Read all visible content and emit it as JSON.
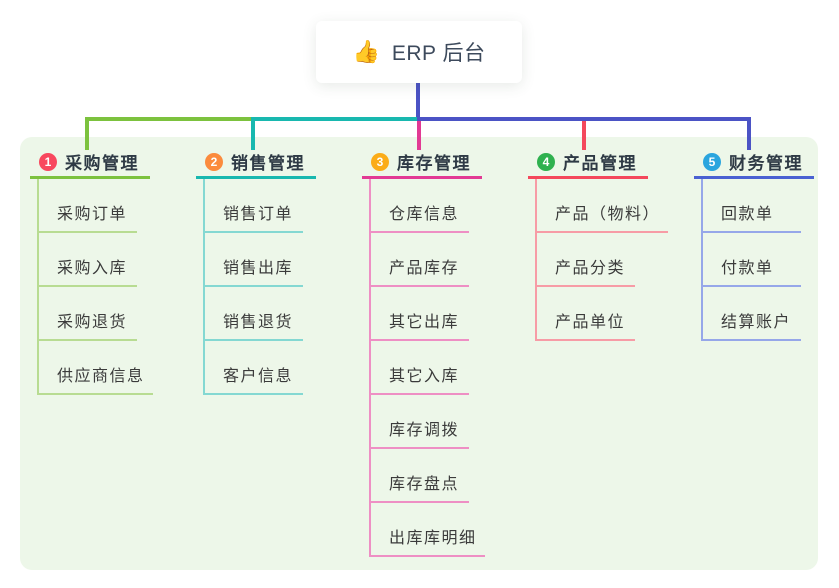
{
  "root": {
    "emoji": "👍",
    "icon": "thumbs-up-icon",
    "label": "ERP 后台"
  },
  "connectors": {
    "root_drop_color": "#4b53c5",
    "bus_segment_colors": [
      "#7cc23e",
      "#18b8af",
      "#4b53c5"
    ],
    "drop_colors": [
      "#7cc23e",
      "#18b8af",
      "#e23a94",
      "#f4485c",
      "#4b53c5"
    ]
  },
  "branches": [
    {
      "num": "1",
      "label": "采购管理",
      "badge_color": "#f8485e",
      "line_color": "#7cc23e",
      "light_color": "#b8dc92",
      "children": [
        "采购订单",
        "采购入库",
        "采购退货",
        "供应商信息"
      ]
    },
    {
      "num": "2",
      "label": "销售管理",
      "badge_color": "#fb8b3d",
      "line_color": "#18b8af",
      "light_color": "#84d8d2",
      "children": [
        "销售订单",
        "销售出库",
        "销售退货",
        "客户信息"
      ]
    },
    {
      "num": "3",
      "label": "库存管理",
      "badge_color": "#fbac18",
      "line_color": "#e23a94",
      "light_color": "#ee8fc4",
      "children": [
        "仓库信息",
        "产品库存",
        "其它出库",
        "其它入库",
        "库存调拨",
        "库存盘点",
        "出库库明细"
      ]
    },
    {
      "num": "4",
      "label": "产品管理",
      "badge_color": "#2fb14f",
      "line_color": "#f4485c",
      "light_color": "#f79ca6",
      "children": [
        "产品（物料）",
        "产品分类",
        "产品单位"
      ]
    },
    {
      "num": "5",
      "label": "财务管理",
      "badge_color": "#2aa5de",
      "line_color": "#4a61d2",
      "light_color": "#96a7e9",
      "children": [
        "回款单",
        "付款单",
        "结算账户"
      ]
    }
  ]
}
